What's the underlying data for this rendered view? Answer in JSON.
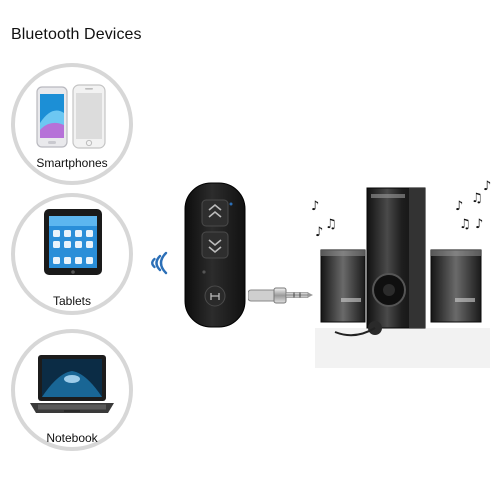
{
  "title": "Bluetooth Devices",
  "devices": [
    {
      "label": "Smartphones",
      "icon": "smartphones-icon"
    },
    {
      "label": "Tablets",
      "icon": "tablet-icon"
    },
    {
      "label": "Notebook",
      "icon": "notebook-icon"
    }
  ],
  "colors": {
    "circle_border": "#d7d7d7",
    "signal": "#2b6fb7",
    "receiver_body": "#1b1b1b",
    "speaker_body": "#2a2a2a"
  }
}
